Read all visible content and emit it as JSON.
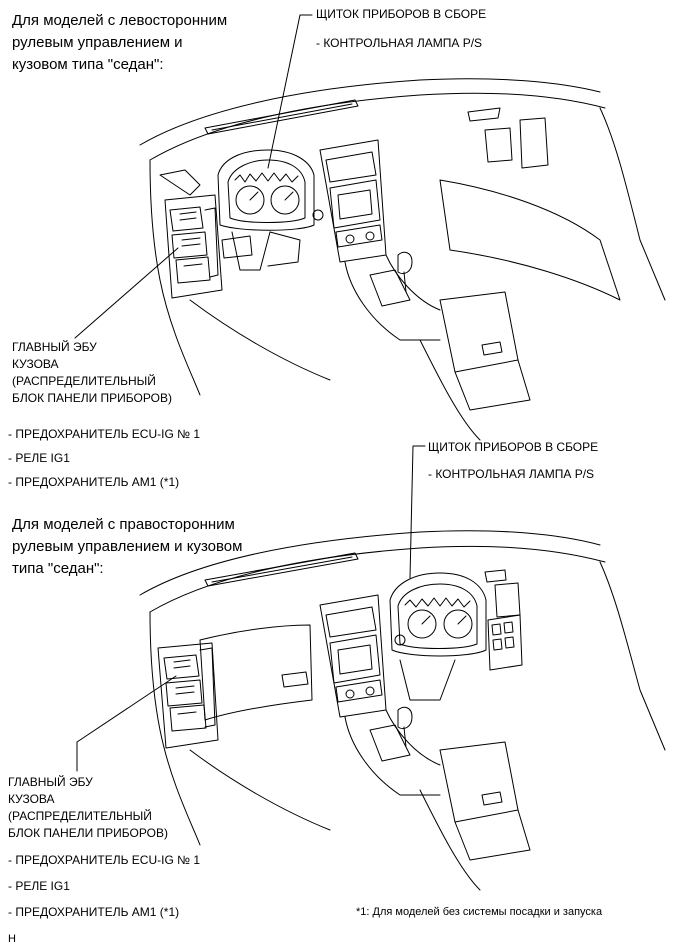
{
  "diagram_top": {
    "heading": [
      "Для моделей с левосторонним",
      "рулевым управлением и",
      "кузовом типа \"седан\":"
    ],
    "cluster_label": "ЩИТОК ПРИБОРОВ В СБОРЕ",
    "cluster_sub": "- КОНТРОЛЬНАЯ ЛАМПА P/S",
    "ecu_label": [
      "ГЛАВНЫЙ ЭБУ",
      "КУЗОВА",
      "(РАСПРЕДЕЛИТЕЛЬНЫЙ",
      "БЛОК ПАНЕЛИ ПРИБОРОВ)"
    ],
    "ecu_items": [
      "- ПРЕДОХРАНИТЕЛЬ ECU-IG № 1",
      "- РЕЛЕ IG1",
      "- ПРЕДОХРАНИТЕЛЬ AM1 (*1)"
    ]
  },
  "diagram_bottom": {
    "heading": [
      "Для моделей с правосторонним",
      "рулевым управлением и кузовом",
      "типа \"седан\":"
    ],
    "cluster_label": "ЩИТОК ПРИБОРОВ В СБОРЕ",
    "cluster_sub": "- КОНТРОЛЬНАЯ ЛАМПА P/S",
    "ecu_label": [
      "ГЛАВНЫЙ ЭБУ",
      "КУЗОВА",
      "(РАСПРЕДЕЛИТЕЛЬНЫЙ",
      "БЛОК ПАНЕЛИ ПРИБОРОВ)"
    ],
    "ecu_items": [
      "- ПРЕДОХРАНИТЕЛЬ ECU-IG № 1",
      "- РЕЛЕ IG1",
      "- ПРЕДОХРАНИТЕЛЬ AM1 (*1)"
    ]
  },
  "footnote": "*1: Для моделей без системы посадки и запуска",
  "corner_mark": "H"
}
